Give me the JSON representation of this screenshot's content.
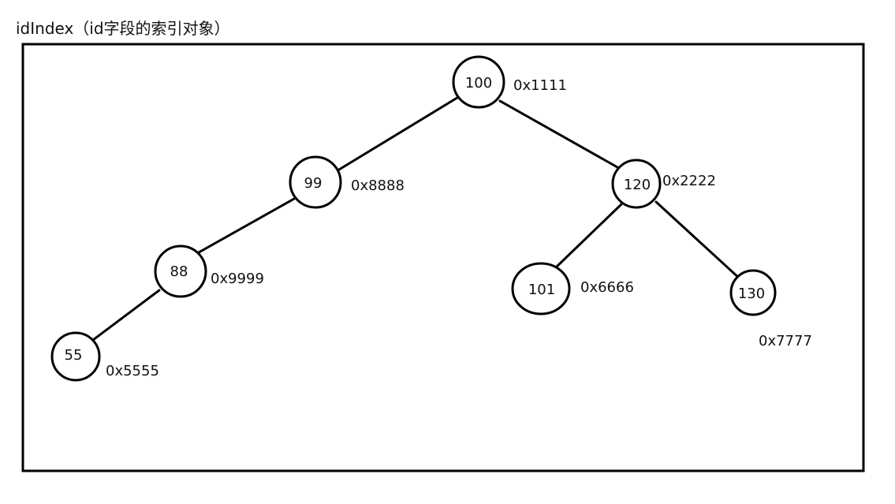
{
  "title": "idIndex（id字段的索引对象）",
  "nodes": [
    {
      "id": "n100",
      "key": "100",
      "addr": "0x1111"
    },
    {
      "id": "n99",
      "key": "99",
      "addr": "0x8888"
    },
    {
      "id": "n120",
      "key": "120",
      "addr": "0x2222"
    },
    {
      "id": "n88",
      "key": "88",
      "addr": "0x9999"
    },
    {
      "id": "n101",
      "key": "101",
      "addr": "0x6666"
    },
    {
      "id": "n130",
      "key": "130",
      "addr": "0x7777"
    },
    {
      "id": "n55",
      "key": "55",
      "addr": "0x5555"
    }
  ],
  "edges": [
    {
      "from": "100",
      "to": "99"
    },
    {
      "from": "100",
      "to": "120"
    },
    {
      "from": "99",
      "to": "88"
    },
    {
      "from": "88",
      "to": "55"
    },
    {
      "from": "120",
      "to": "101"
    },
    {
      "from": "120",
      "to": "130"
    }
  ]
}
